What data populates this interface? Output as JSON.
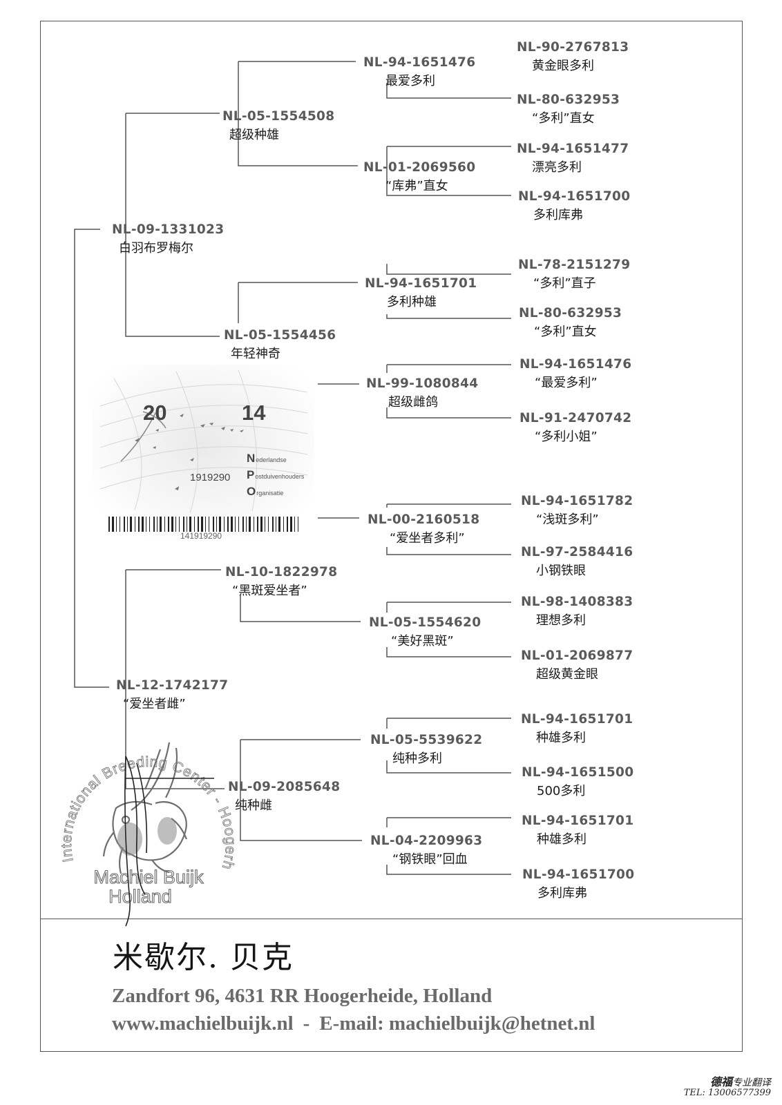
{
  "pedigree": {
    "gen1": [
      {
        "ring": "NL-09-1331023",
        "name": "白羽布罗梅尔"
      },
      {
        "ring": "NL-12-1742177",
        "name": "“爱坐者雌”"
      }
    ],
    "gen2": [
      {
        "ring": "NL-05-1554508",
        "name": "超级种雄"
      },
      {
        "ring": "NL-05-1554456",
        "name": "年轻神奇"
      },
      {
        "ring": "NL-10-1822978",
        "name": "“黑斑爱坐者”"
      },
      {
        "ring": "NL-09-2085648",
        "name": "纯种雌"
      }
    ],
    "gen3": [
      {
        "ring": "NL-94-1651476",
        "name": "最爱多利"
      },
      {
        "ring": "NL-01-2069560",
        "name": "“库弗”直女"
      },
      {
        "ring": "NL-94-1651701",
        "name": "多利种雄"
      },
      {
        "ring": "NL-99-1080844",
        "name": "超级雌鸽"
      },
      {
        "ring": "NL-00-2160518",
        "name": "“爱坐者多利”"
      },
      {
        "ring": "NL-05-1554620",
        "name": "“美好黑斑”"
      },
      {
        "ring": "NL-05-5539622",
        "name": "纯种多利"
      },
      {
        "ring": "NL-04-2209963",
        "name": "“钢铁眼”回血"
      }
    ],
    "gen4": [
      {
        "ring": "NL-90-2767813",
        "name": "黄金眼多利"
      },
      {
        "ring": "NL-80-632953",
        "name": "“多利”直女"
      },
      {
        "ring": "NL-94-1651477",
        "name": "漂亮多利"
      },
      {
        "ring": "NL-94-1651700",
        "name": "多利库弗"
      },
      {
        "ring": "NL-78-2151279",
        "name": "“多利”直子"
      },
      {
        "ring": "NL-80-632953",
        "name": "“多利”直女"
      },
      {
        "ring": "NL-94-1651476",
        "name": "“最爱多利”"
      },
      {
        "ring": "NL-91-2470742",
        "name": "“多利小姐”"
      },
      {
        "ring": "NL-94-1651782",
        "name": "“浅斑多利”"
      },
      {
        "ring": "NL-97-2584416",
        "name": "小钢铁眼"
      },
      {
        "ring": "NL-98-1408383",
        "name": "理想多利"
      },
      {
        "ring": "NL-01-2069877",
        "name": "超级黄金眼"
      },
      {
        "ring": "NL-94-1651701",
        "name": "种雄多利"
      },
      {
        "ring": "NL-94-1651500",
        "name": "500多利"
      },
      {
        "ring": "NL-94-1651701",
        "name": "种雄多利"
      },
      {
        "ring": "NL-94-1651700",
        "name": "多利库弗"
      }
    ]
  },
  "ring_card": {
    "year_left": "20",
    "year_right": "14",
    "serial": "1919290",
    "org_lines": [
      {
        "initial": "N",
        "rest": "ederlandse"
      },
      {
        "initial": "P",
        "rest": "ostduivenhouders"
      },
      {
        "initial": "O",
        "rest": "rganisatie"
      }
    ],
    "barcode_number": "141919290"
  },
  "stamp": {
    "arc_text": "International Breeding Center - Hoogerheide - Holland",
    "name_line1": "Machiel Buijk",
    "name_line2": "Holland"
  },
  "footer": {
    "name": "米歇尔. 贝克",
    "address": "Zandfort 96, 4631 RR Hoogerheide, Holland",
    "website": "www.machielbuijk.nl",
    "separator": "-",
    "email": "E-mail: machielbuijk@hetnet.nl"
  },
  "translator": {
    "brand": "德福",
    "suffix": "专业翻译",
    "tel": "TEL: 13006577399"
  }
}
